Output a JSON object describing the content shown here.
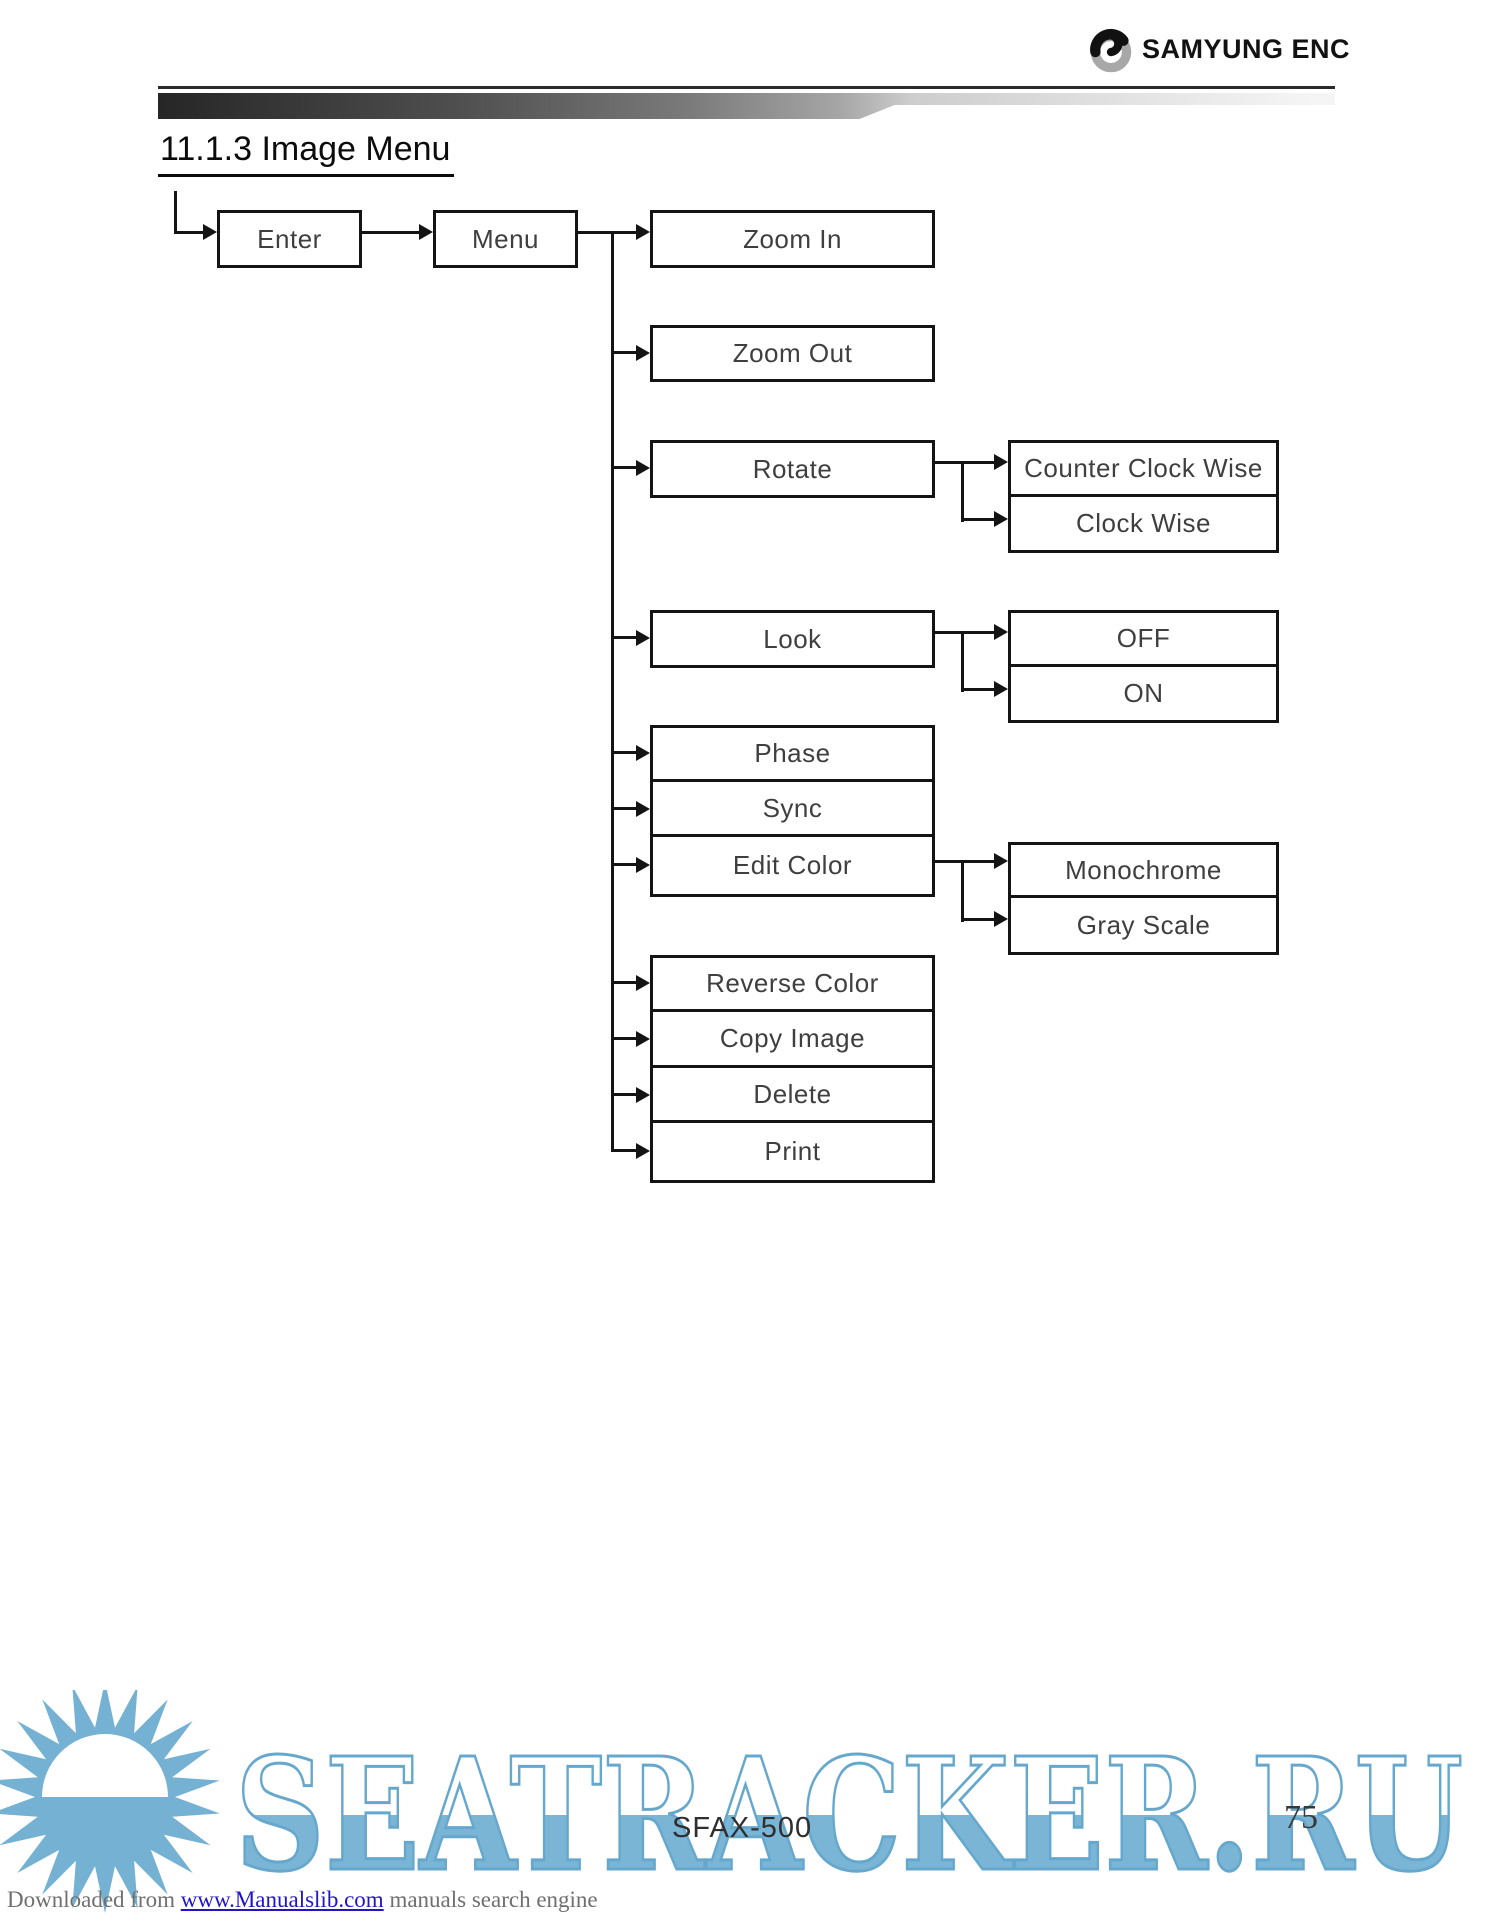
{
  "header": {
    "logo_text": "SAMYUNG ENC"
  },
  "page": {
    "title": "11.1.3 Image Menu"
  },
  "flowchart": {
    "entry": {
      "label": "Enter"
    },
    "menu": {
      "label": "Menu"
    },
    "items": [
      {
        "label": "Zoom In",
        "children": []
      },
      {
        "label": "Zoom Out",
        "children": []
      },
      {
        "label": "Rotate",
        "children": [
          "Counter Clock Wise",
          "Clock Wise"
        ]
      },
      {
        "label": "Look",
        "children": [
          "OFF",
          "ON"
        ]
      },
      {
        "label": "Phase",
        "children": []
      },
      {
        "label": "Sync",
        "children": []
      },
      {
        "label": "Edit Color",
        "children": [
          "Monochrome",
          "Gray Scale"
        ]
      },
      {
        "label": "Reverse Color",
        "children": []
      },
      {
        "label": "Copy Image",
        "children": []
      },
      {
        "label": "Delete",
        "children": []
      },
      {
        "label": "Print",
        "children": []
      }
    ]
  },
  "footer": {
    "watermark": "SEATRACKER.RU",
    "model": "SFAX-500",
    "page_number": "75",
    "download_prefix": "Downloaded from ",
    "download_link": "www.Manualslib.com",
    "download_suffix": " manuals search engine"
  },
  "colors": {
    "watermark_blue": "#74B1D3",
    "link_blue": "#2016C8",
    "line_black": "#141414"
  }
}
